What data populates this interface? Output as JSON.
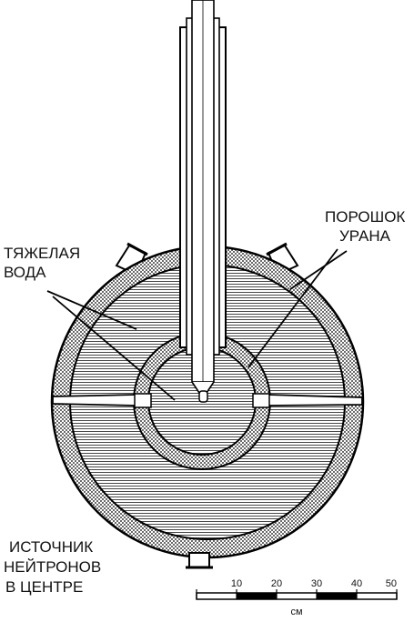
{
  "labels": {
    "heavy_water": [
      "ТЯЖЕЛАЯ",
      "ВОДА"
    ],
    "uranium_powder": [
      "ПОРОШОК",
      "УРАНА"
    ],
    "neutron_source": [
      "ИСТОЧНИК",
      "НЕЙТРОНОВ",
      "В ЦЕНТРЕ"
    ]
  },
  "scale": {
    "ticks": [
      "10",
      "20",
      "30",
      "40",
      "50"
    ],
    "unit": "см"
  }
}
